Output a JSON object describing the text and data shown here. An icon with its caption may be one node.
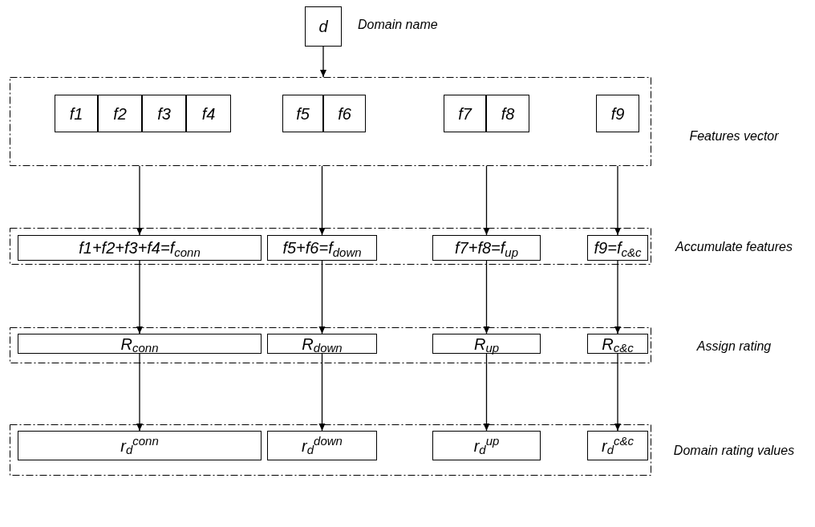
{
  "diagram": {
    "nodes": [
      {
        "text": [
          "d"
        ],
        "beside": [
          "Domain name"
        ]
      },
      {
        "text": [],
        "shape": "band",
        "beside": [
          "Features vector"
        ]
      },
      {
        "text": [
          "f1"
        ],
        "in": 1
      },
      {
        "text": [
          "f2"
        ],
        "in": 1
      },
      {
        "text": [
          "f3"
        ],
        "in": 1
      },
      {
        "text": [
          "f4"
        ],
        "in": 1
      },
      {
        "text": [
          "f5"
        ],
        "in": 1
      },
      {
        "text": [
          "f6"
        ],
        "in": 1
      },
      {
        "text": [
          "f7"
        ],
        "in": 1
      },
      {
        "text": [
          "f8"
        ],
        "in": 1
      },
      {
        "text": [
          "f9"
        ],
        "in": 1
      },
      {
        "text": [],
        "shape": "band",
        "beside": [
          "Accumulate features"
        ]
      },
      {
        "text": [
          "f1+f2+f3+f4=f$_{conn}$"
        ],
        "in": 11
      },
      {
        "text": [
          "f5+f6=f$_{down}$"
        ],
        "in": 11
      },
      {
        "text": [
          "f7+f8=f$_{up}$"
        ],
        "in": 11
      },
      {
        "text": [
          "f9=f$_{c&c}$"
        ],
        "in": 11
      },
      {
        "text": [],
        "shape": "band",
        "beside": [
          "Assign rating"
        ]
      },
      {
        "text": [
          "R$_{conn}$"
        ],
        "in": 16
      },
      {
        "text": [
          "R$_{down}$"
        ],
        "in": 16
      },
      {
        "text": [
          "R$_{up}$"
        ],
        "in": 16
      },
      {
        "text": [
          "R$_{c&c}$"
        ],
        "in": 16
      },
      {
        "text": [],
        "shape": "band",
        "beside": [
          "Domain rating values"
        ]
      },
      {
        "text": [
          "r$_{d}$$^{conn}$"
        ],
        "in": 21
      },
      {
        "text": [
          "r$_{d}$$^{down}$"
        ],
        "in": 21
      },
      {
        "text": [
          "r$_{d}$$^{up}$"
        ],
        "in": 21
      },
      {
        "text": [
          "r$_{d}$$^{c&c}$"
        ],
        "in": 21
      }
    ],
    "edges": [
      {
        "from": 0,
        "to": 1,
        "arrow": "to"
      },
      {
        "from": 1,
        "to": 12,
        "arrow": "to"
      },
      {
        "from": 1,
        "to": 13,
        "arrow": "to"
      },
      {
        "from": 1,
        "to": 14,
        "arrow": "to"
      },
      {
        "from": 1,
        "to": 15,
        "arrow": "to"
      },
      {
        "from": 12,
        "to": 17,
        "arrow": "to"
      },
      {
        "from": 13,
        "to": 18,
        "arrow": "to"
      },
      {
        "from": 14,
        "to": 19,
        "arrow": "to"
      },
      {
        "from": 15,
        "to": 20,
        "arrow": "to"
      },
      {
        "from": 17,
        "to": 22,
        "arrow": "to"
      },
      {
        "from": 18,
        "to": 23,
        "arrow": "to"
      },
      {
        "from": 19,
        "to": 24,
        "arrow": "to"
      },
      {
        "from": 20,
        "to": 25,
        "arrow": "to"
      }
    ]
  }
}
